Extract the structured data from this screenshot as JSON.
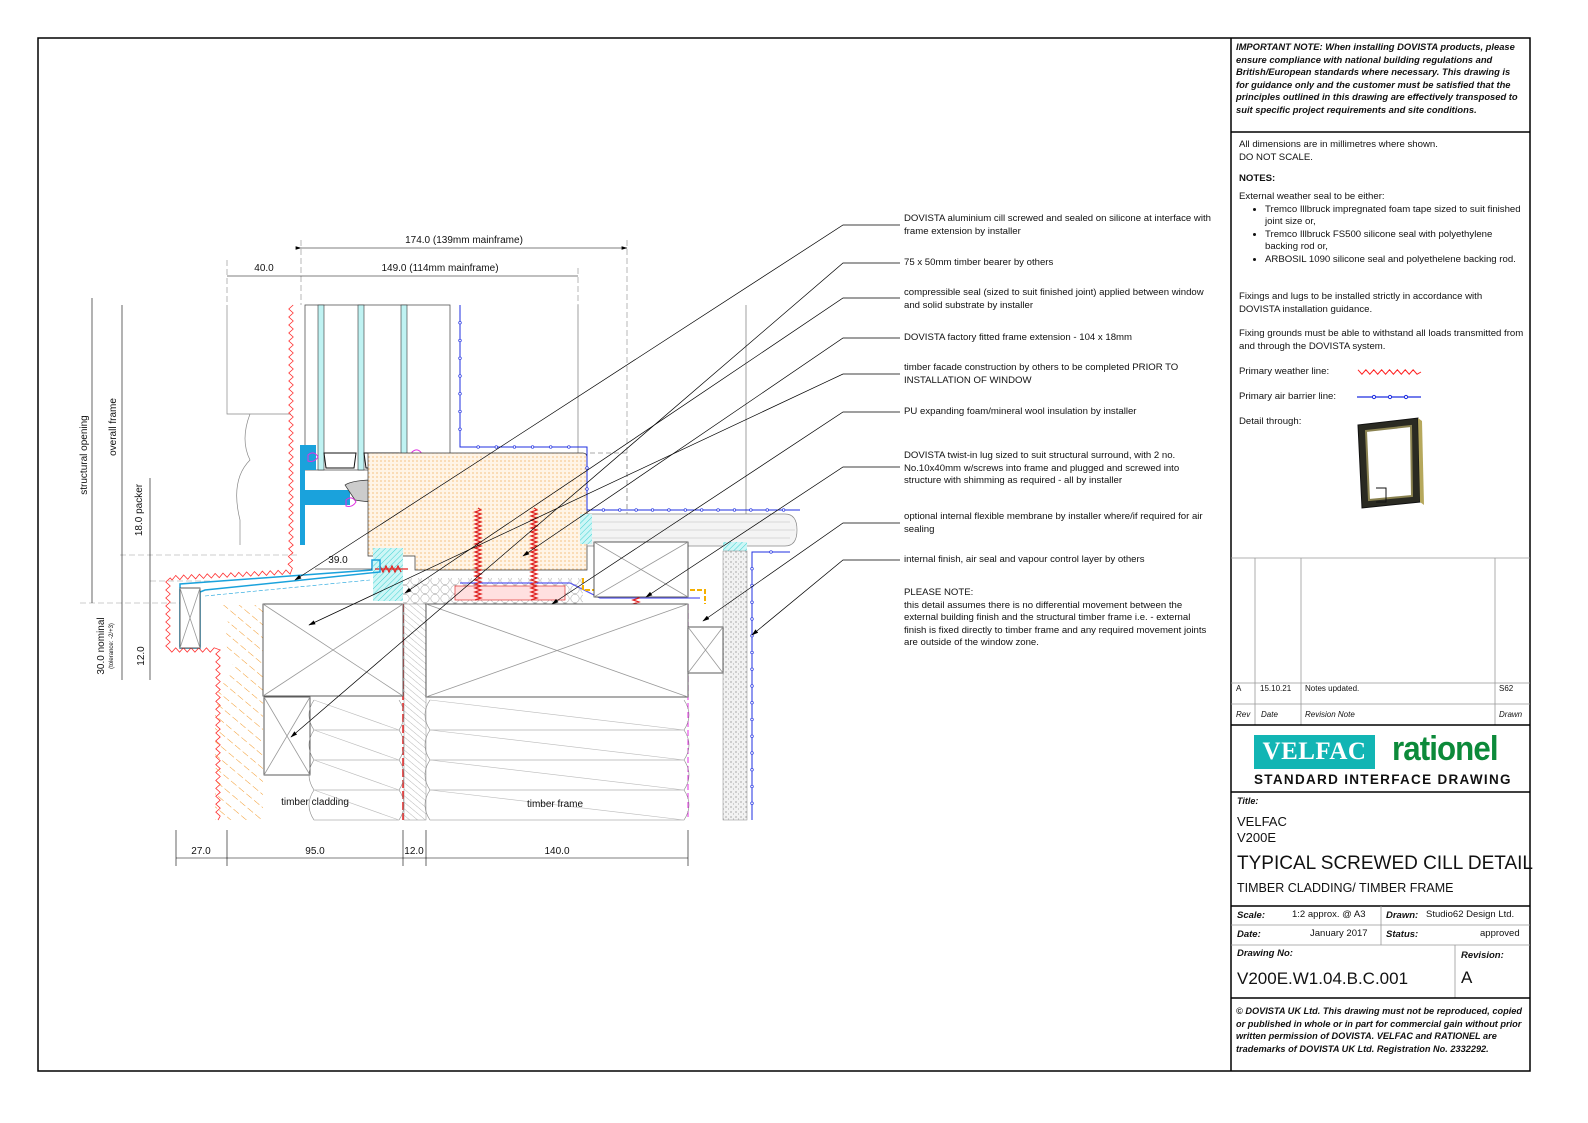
{
  "notes_panel": {
    "important_heading": "IMPORTANT NOTE:",
    "important_text": "When installing DOVISTA products, please ensure compliance with national building regulations and British/European standards where necessary. This drawing is for guidance only and the customer must be satisfied that the principles outlined in this drawing are effectively transposed to suit specific project requirements and site conditions.",
    "dimensions_note_1": "All dimensions are in millimetres where shown.",
    "dimensions_note_2": "DO NOT SCALE.",
    "notes_heading": "NOTES:",
    "weather_seal_intro": "External weather seal to be either:",
    "weather_seal_options": [
      "Tremco Illbruck impregnated foam tape sized to suit finished joint size or,",
      "Tremco Illbruck FS500 silicone seal with polyethylene backing rod or,",
      "ARBOSIL 1090 silicone seal and polyethelene backing rod."
    ],
    "fixings_note": "Fixings and lugs to be installed strictly in accordance with DOVISTA installation guidance.",
    "grounds_note": "Fixing grounds must be able to withstand all loads transmitted from and through the DOVISTA system.",
    "legend_weather": "Primary weather line:",
    "legend_air": "Primary air barrier line:",
    "detail_through": "Detail through:"
  },
  "legend_colors": {
    "weather_line": "#ff2020",
    "air_barrier_line": "#1f2fe0",
    "velfac_teal": "#12b5b4",
    "rationel_green": "#0c8a3a"
  },
  "revisions": {
    "rows": [
      {
        "rev": "A",
        "date": "15.10.21",
        "note": "Notes updated.",
        "drawn": "S62"
      }
    ],
    "headers": {
      "rev": "Rev",
      "date": "Date",
      "note": "Revision Note",
      "drawn": "Drawn"
    }
  },
  "title_block": {
    "brand_1": "VELFAC",
    "brand_2": "rationel",
    "subtitle": "STANDARD INTERFACE DRAWING",
    "title_label": "Title:",
    "product_1": "VELFAC",
    "product_2": "V200E",
    "main_title": "TYPICAL SCREWED CILL DETAIL",
    "sub_title": "TIMBER CLADDING/ TIMBER FRAME",
    "scale_label": "Scale:",
    "scale": "1:2 approx. @ A3",
    "drawn_label": "Drawn:",
    "drawn": "Studio62 Design Ltd.",
    "date_label": "Date:",
    "date": "January 2017",
    "status_label": "Status:",
    "status": "approved",
    "drawing_no_label": "Drawing No:",
    "drawing_no": "V200E.W1.04.B.C.001",
    "revision_label": "Revision:",
    "revision": "A",
    "copyright": "©  DOVISTA UK Ltd. This drawing must not be reproduced, copied or published in whole or in part for commercial gain without prior written permission of DOVISTA. VELFAC and RATIONEL are trademarks of DOVISTA UK Ltd. Registration No. 2332292."
  },
  "annotations": [
    "DOVISTA aluminium cill screwed and sealed on silicone at interface with frame extension by installer",
    "75 x 50mm timber bearer by others",
    "compressible seal (sized to suit finished joint) applied between window and solid substrate by installer",
    "DOVISTA factory fitted frame extension - 104 x 18mm",
    "timber facade construction by others to be completed PRIOR TO INSTALLATION OF WINDOW",
    "PU expanding foam/mineral wool insulation by installer",
    "DOVISTA twist-in lug sized to suit structural surround, with 2 no. No.10x40mm w/screws into frame and plugged and screwed into structure with shimming as required - all by installer",
    "optional internal flexible membrane by installer where/if required for air sealing",
    "internal finish, air seal and vapour control layer by others"
  ],
  "please_note": {
    "heading": "PLEASE NOTE:",
    "text": "this detail assumes there is no differential movement between the external building finish and the structural timber frame i.e. - external finish is fixed directly to timber frame and any required movement joints are outside of the window zone."
  },
  "dimensions": {
    "top_overall": "174.0 (139mm mainframe)",
    "top_frame": "149.0 (114mm mainframe)",
    "top_left": "40.0",
    "cill_projection": "39.0",
    "structural_opening": "structural opening",
    "overall_frame": "overall frame",
    "packer": "18.0 packer",
    "nominal": "30.0 nominal",
    "tolerance": "(tolerance: -2/+3)",
    "lower": "12.0",
    "bottom": [
      "27.0",
      "95.0",
      "12.0",
      "140.0"
    ]
  },
  "labels": {
    "timber_cladding": "timber cladding",
    "timber_frame": "timber frame"
  }
}
